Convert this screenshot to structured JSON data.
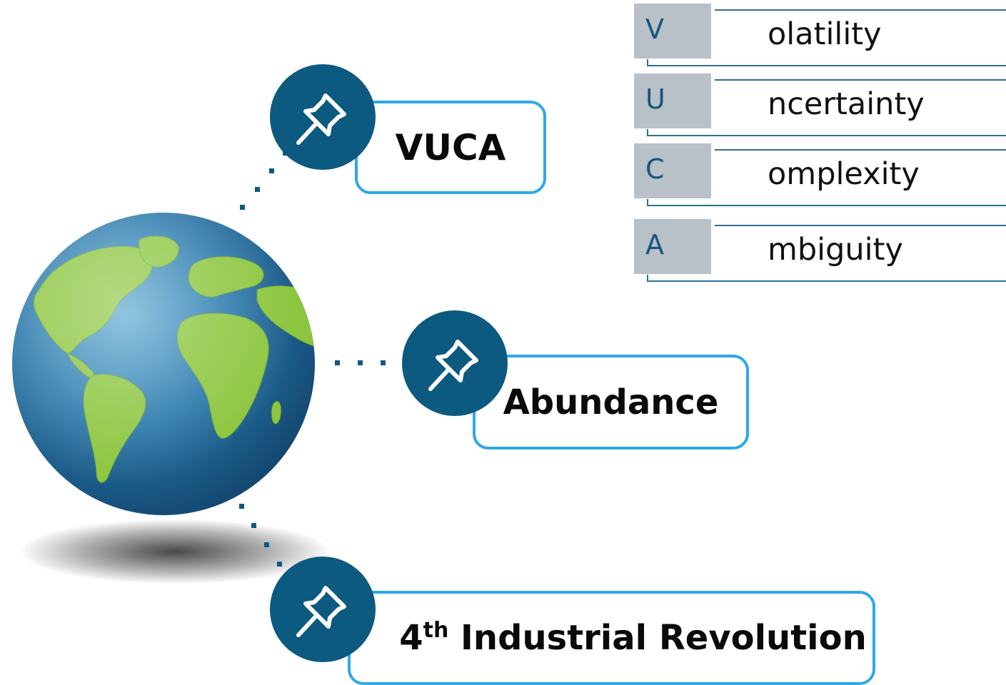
{
  "diagram": {
    "nodes": [
      {
        "id": "vuca",
        "label": "VUCA",
        "icon": "pushpin-icon"
      },
      {
        "id": "abundance",
        "label": "Abundance",
        "icon": "pushpin-icon"
      },
      {
        "id": "industrial",
        "label_main": "4",
        "label_sup": "th",
        "label_rest": " Industrial Revolution",
        "icon": "pushpin-icon"
      }
    ],
    "center_icon": "globe-icon",
    "vuca_acronym": [
      {
        "letter": "V",
        "rest": "olatility"
      },
      {
        "letter": "U",
        "rest": "ncertainty"
      },
      {
        "letter": "C",
        "rest": "omplexity"
      },
      {
        "letter": "A",
        "rest": "mbiguity"
      }
    ]
  },
  "colors": {
    "box_border": "#2ea8e6",
    "pin_circle": "#0c5a80",
    "dots": "#0c5a80",
    "letter_cell": "#b8c0c8",
    "letter_text": "#14567a",
    "ocean": "#1f6fa0",
    "land": "#8cc63f"
  }
}
